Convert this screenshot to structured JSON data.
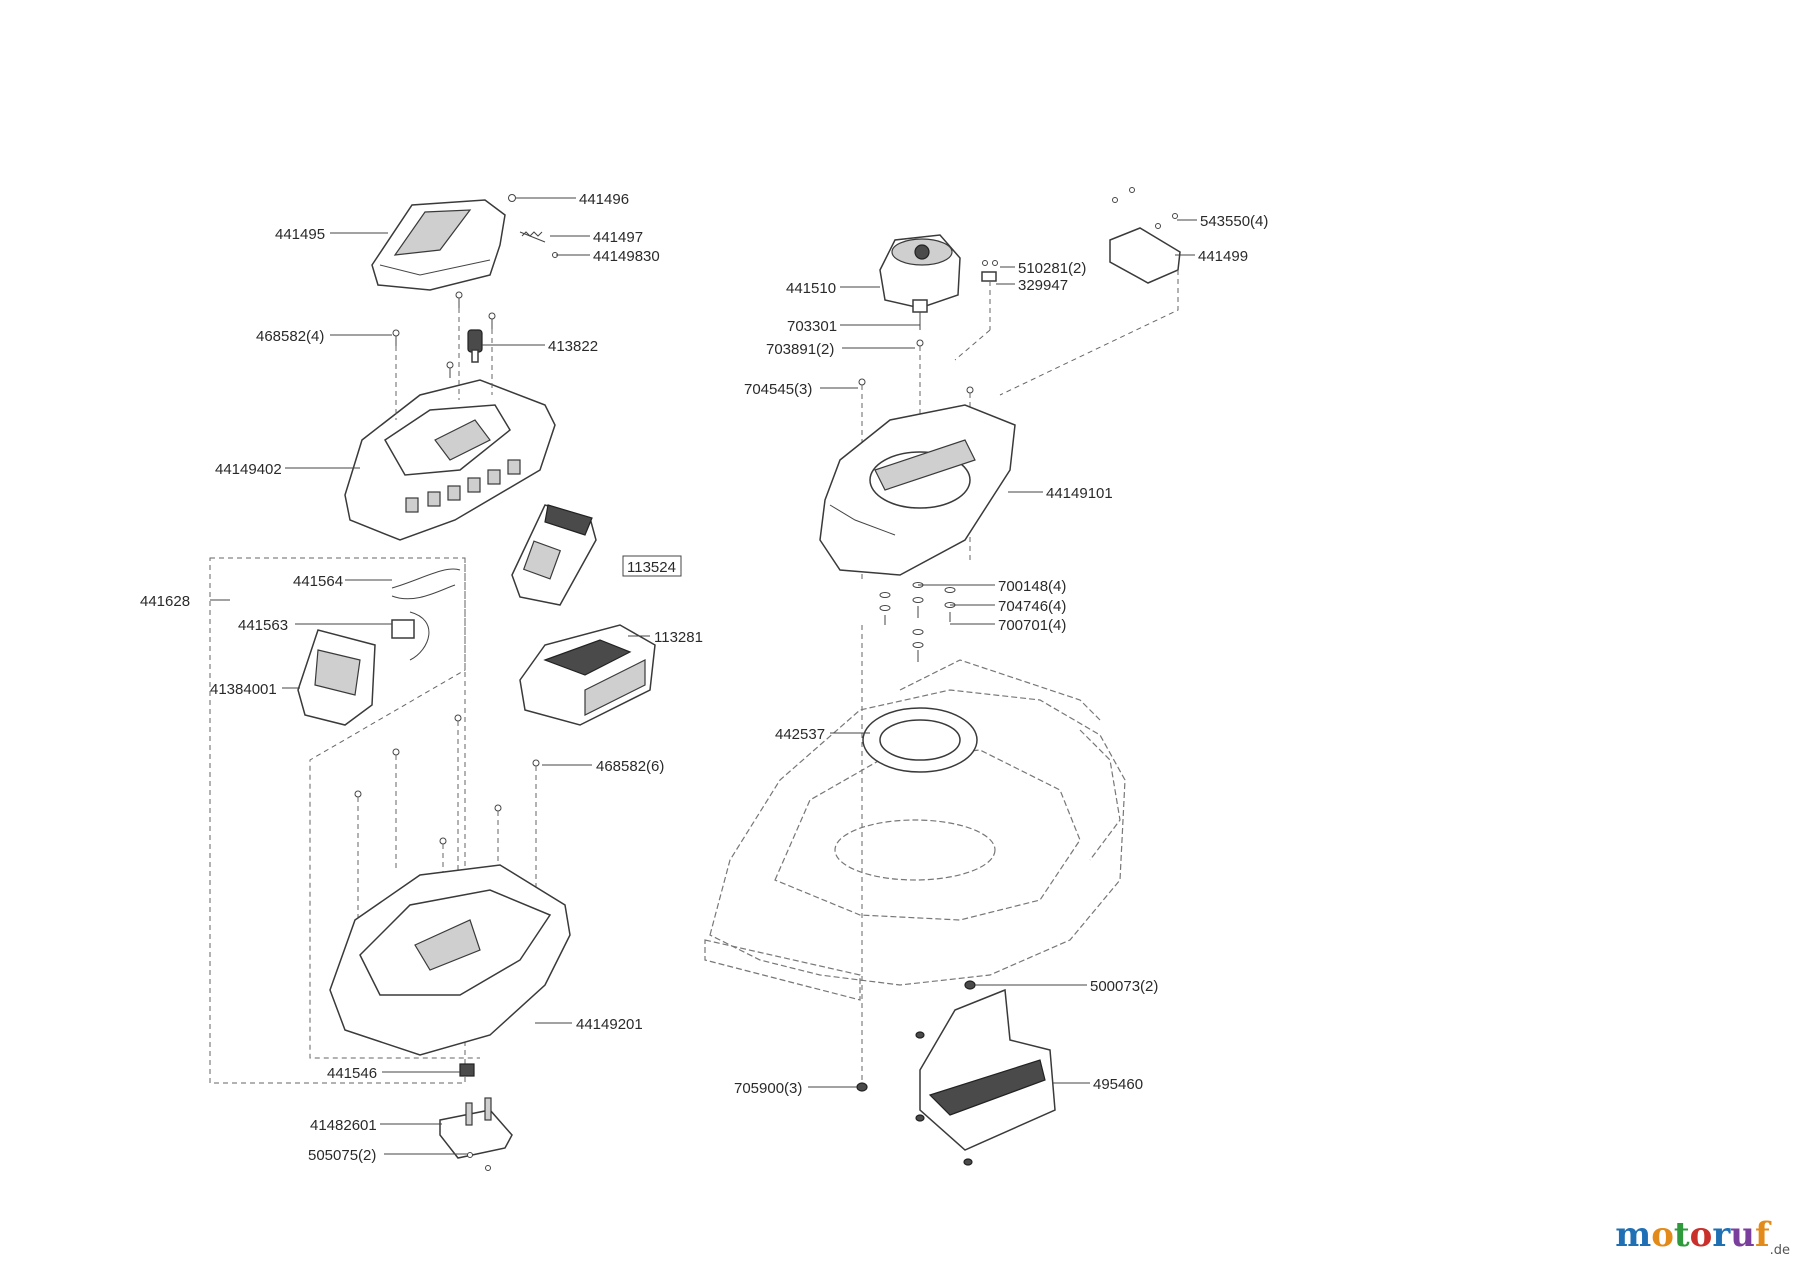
{
  "labels": {
    "p441496": "441496",
    "p441495": "441495",
    "p441497": "441497",
    "p44149830": "44149830",
    "p468582_4": "468582(4)",
    "p413822": "413822",
    "p44149402": "44149402",
    "p113524": "113524",
    "p441628": "441628",
    "p441564": "441564",
    "p441563": "441563",
    "p41384001": "41384001",
    "p113281": "113281",
    "p468582_6": "468582(6)",
    "p44149201": "44149201",
    "p441546": "441546",
    "p41482601": "41482601",
    "p505075_2": "505075(2)",
    "p441510": "441510",
    "p510281_2": "510281(2)",
    "p329947": "329947",
    "p543550_4": "543550(4)",
    "p441499": "441499",
    "p703301": "703301",
    "p703891_2": "703891(2)",
    "p704545_3": "704545(3)",
    "p44149101": "44149101",
    "p700148_4": "700148(4)",
    "p704746_4": "704746(4)",
    "p700701_4": "700701(4)",
    "p442537": "442537",
    "p500073_2": "500073(2)",
    "p705900_3": "705900(3)",
    "p495460": "495460"
  },
  "brand": {
    "m": "m",
    "o1": "o",
    "t": "t",
    "o2": "o",
    "r": "r",
    "u": "u",
    "f": "f",
    "suffix": ".de"
  }
}
